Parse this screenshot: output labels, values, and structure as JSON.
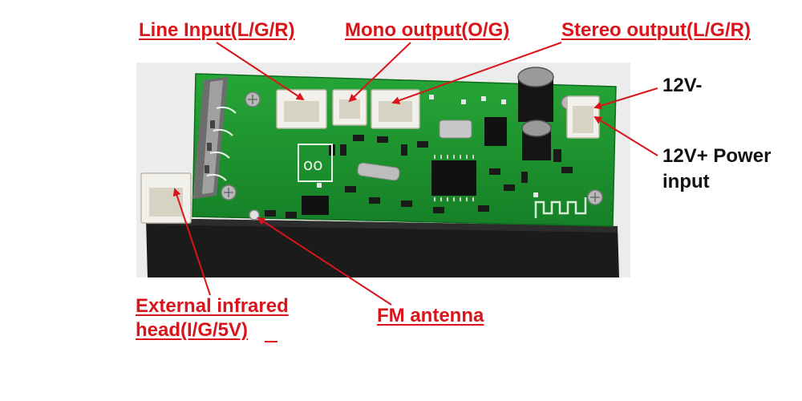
{
  "labels": {
    "line_input": "Line Input(L/G/R)",
    "mono_output": "Mono output(O/G)",
    "stereo_output": "Stereo output(L/G/R)",
    "v12_minus": "12V-",
    "v12_plus_line1": "12V+ Power",
    "v12_plus_line2": "input",
    "ir_line1": "External infrared",
    "ir_line2": "head(I/G/5V)",
    "fm_antenna": "FM antenna"
  },
  "colors": {
    "label_red": "#d9141a",
    "label_dark": "#111111",
    "pcb_green": "#1f9a2f",
    "enclosure_black": "#1b1b1b",
    "connector_white": "#f2f0ea"
  }
}
